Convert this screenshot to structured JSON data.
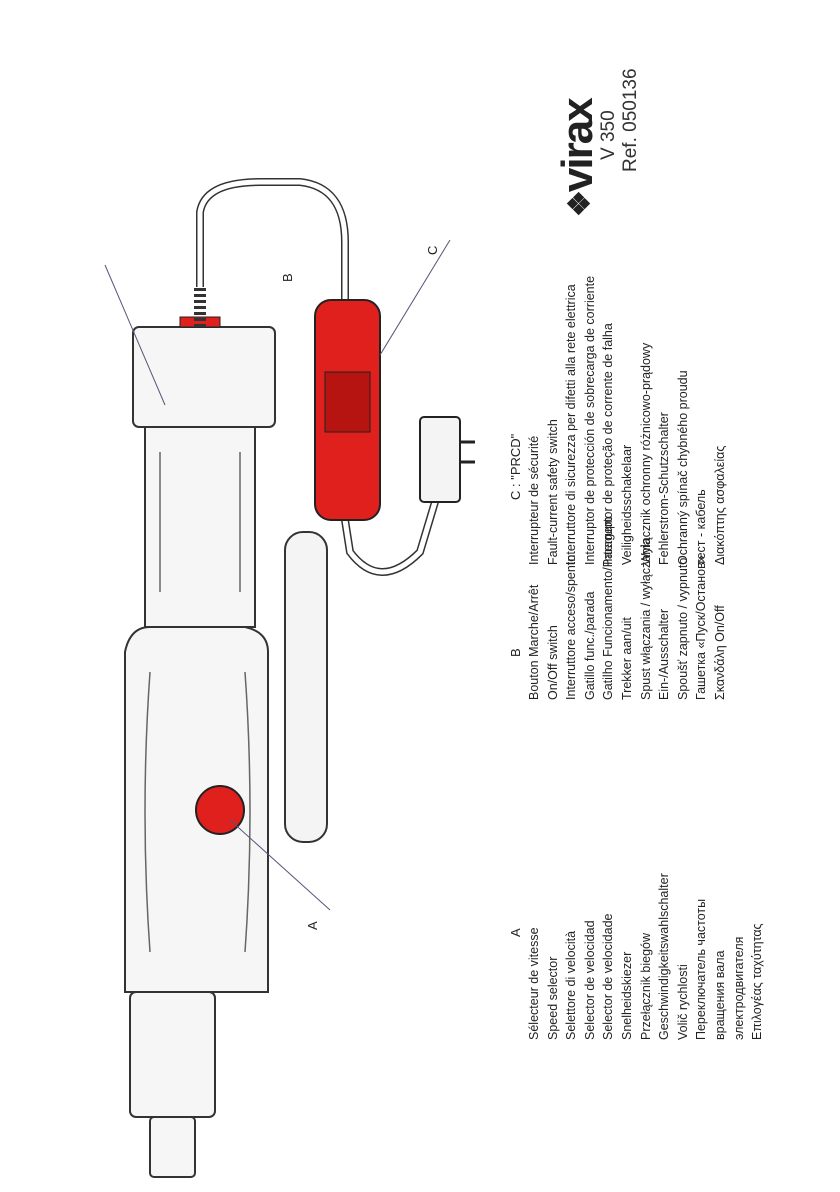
{
  "labels": {
    "a": "A",
    "b": "B",
    "c": "C"
  },
  "columns": {
    "a": {
      "header": "A",
      "items": [
        "Sélecteur de vitesse",
        "Speed selector",
        "Selettore di velocità",
        "Selector de velocidad",
        "Selector de velocidade",
        "Snelheidskiezer",
        "Przełącznik biegów",
        "Geschwindigkeitswahlschalter",
        "Volič rychlosti",
        "Переключатель частоты",
        "вращения вала",
        "электродвигателя",
        "Επιλογέας ταχύτητας"
      ]
    },
    "b": {
      "header": "B",
      "items": [
        "Bouton Marche/Arrêt",
        "On/Off switch",
        "Interruttore acceso/spento",
        "Gatillo func./parada",
        "Gatilho Funcionamento/Paragem",
        "Trekker aan/uit",
        "Spust włączania / wyłączania",
        "Ein-/Ausschalter",
        "Spoušť zapnuto / vypnuto",
        "Гашетка «Пуск/Останов»",
        "Σκανδάλη On/Off"
      ]
    },
    "c": {
      "header": "C : \"PRCD\"",
      "items": [
        "Interrupteur de sécurité",
        "Fault-current safety switch",
        "Interruttore di sicurezza per difetti alla rete elettrica",
        "Interruptor de protección de sobrecarga de corriente",
        "Interruptor de proteção de corrente de falha",
        "Veiligheidsschakelaar",
        "Wyłącznik ochronny różnicowo-prądowy",
        "Fehlerstrom-Schutzschalter",
        "Ochranný spínač chybného proudu",
        "тест - кабель",
        "Διακόπτης ασφαλείας"
      ]
    }
  },
  "brand": {
    "logo": "virax",
    "model": "V 350",
    "ref": "Ref. 050136"
  },
  "colors": {
    "red": "#e0201c",
    "outline": "#444444"
  }
}
